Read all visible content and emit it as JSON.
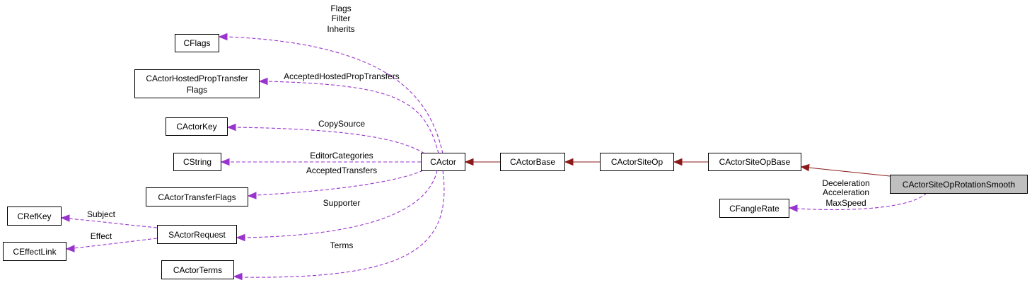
{
  "nodes": {
    "cflags": "CFlags",
    "hosted_l1": "CActorHostedPropTransfer",
    "hosted_l2": "Flags",
    "cactorkey": "CActorKey",
    "cstring": "CString",
    "transferflags": "CActorTransferFlags",
    "crefkey": "CRefKey",
    "ceffectlink": "CEffectLink",
    "sactorrequest": "SActorRequest",
    "cactorterms": "CActorTerms",
    "cactor": "CActor",
    "cactorbase": "CActorBase",
    "cactorsiteop": "CActorSiteOp",
    "cactorsiteopbase": "CActorSiteOpBase",
    "focus": "CActorSiteOpRotationSmooth",
    "cfanglerate": "CFangleRate"
  },
  "edge_labels": {
    "flags": "Flags",
    "filter": "Filter",
    "inherits": "Inherits",
    "accepted_hosted": "AcceptedHostedPropTransfers",
    "copysource": "CopySource",
    "editorcategories": "EditorCategories",
    "acceptedtransfers": "AcceptedTransfers",
    "supporter": "Supporter",
    "terms": "Terms",
    "subject": "Subject",
    "effect": "Effect",
    "deceleration": "Deceleration",
    "acceleration": "Acceleration",
    "maxspeed": "MaxSpeed"
  },
  "colors": {
    "inheritance_edge": "#8b1a1a",
    "usage_edge": "#9a32cd",
    "focus_node_fill": "#bfbfbf",
    "node_fill": "#ffffff"
  }
}
